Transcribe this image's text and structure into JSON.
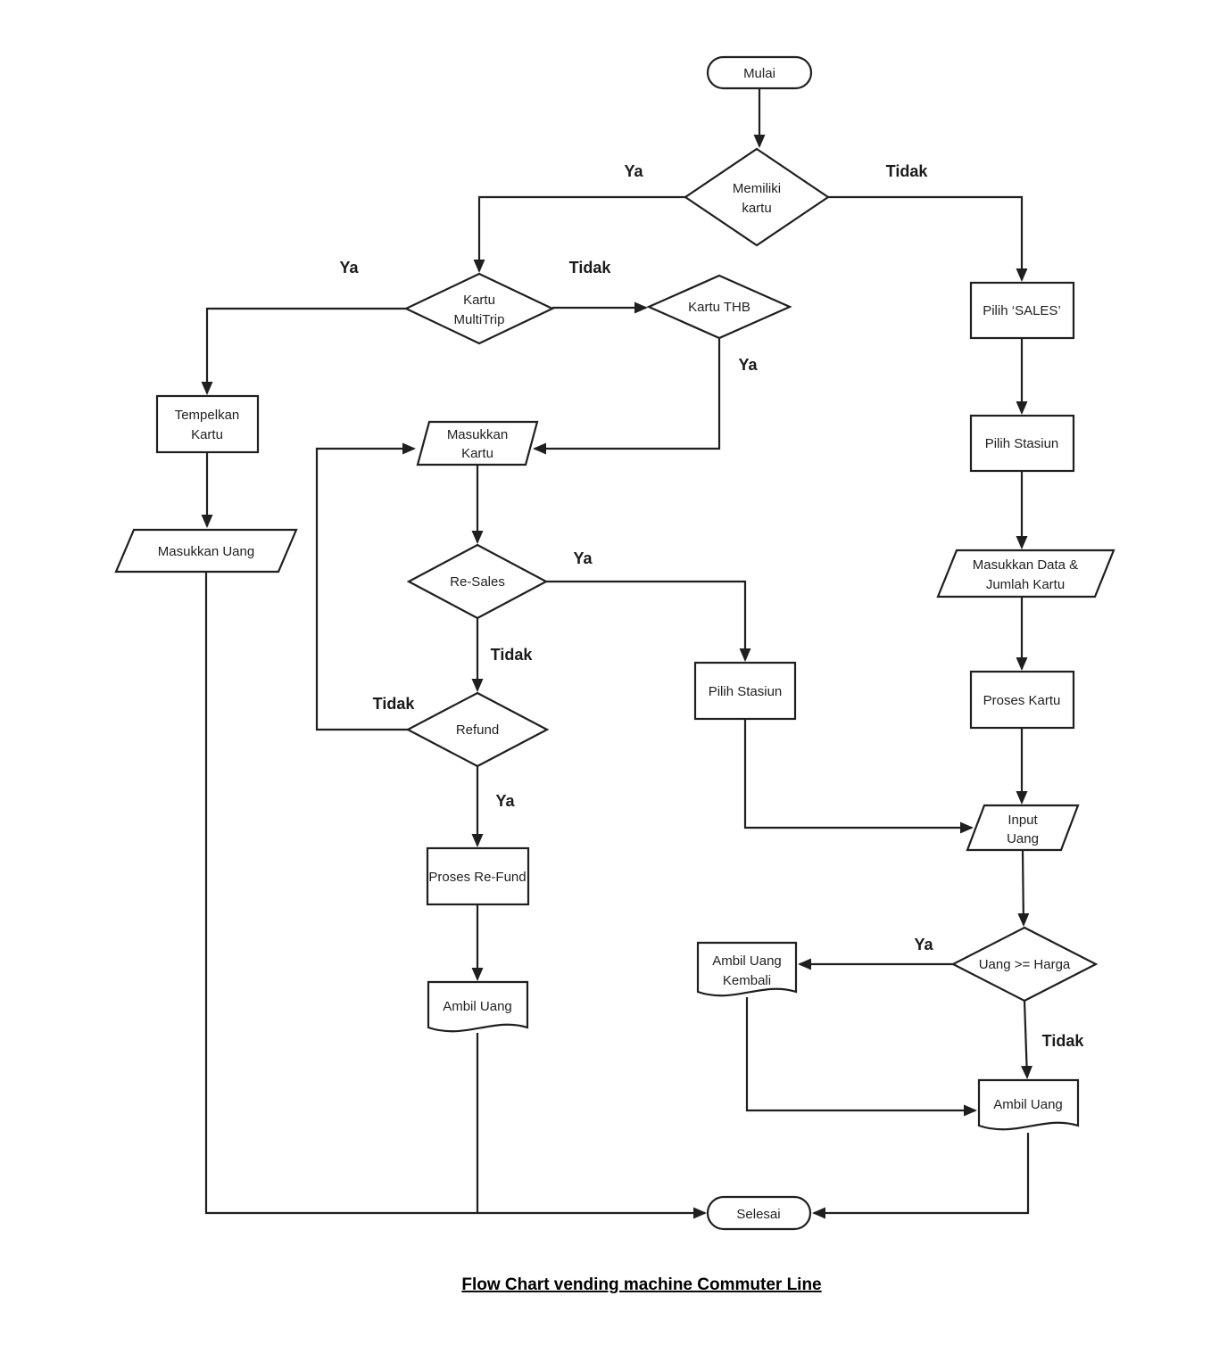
{
  "title": "Flow Chart vending machine Commuter Line",
  "nodes": {
    "mulai": {
      "type": "terminator",
      "lines": [
        "Mulai"
      ]
    },
    "memiliki_kartu": {
      "type": "decision",
      "lines": [
        "Memiliki",
        "kartu"
      ]
    },
    "kartu_multitrip": {
      "type": "decision",
      "lines": [
        "Kartu",
        "MultiTrip"
      ]
    },
    "kartu_thb": {
      "type": "decision",
      "lines": [
        "Kartu THB"
      ]
    },
    "pilih_sales": {
      "type": "process",
      "lines": [
        "Pilih ‘SALES’"
      ]
    },
    "tempelkan_kartu": {
      "type": "process",
      "lines": [
        "Tempelkan",
        "Kartu"
      ]
    },
    "masukkan_uang": {
      "type": "input",
      "lines": [
        "Masukkan Uang"
      ]
    },
    "masukkan_kartu": {
      "type": "input",
      "lines": [
        "Masukkan",
        "Kartu"
      ]
    },
    "re_sales": {
      "type": "decision",
      "lines": [
        "Re-Sales"
      ]
    },
    "refund": {
      "type": "decision",
      "lines": [
        "Refund"
      ]
    },
    "proses_re_fund": {
      "type": "process",
      "lines": [
        "Proses Re-Fund"
      ]
    },
    "ambil_uang_kiri": {
      "type": "document",
      "lines": [
        "Ambil Uang"
      ]
    },
    "pilih_stasiun_tengah": {
      "type": "process",
      "lines": [
        "Pilih Stasiun"
      ]
    },
    "pilih_stasiun_kanan": {
      "type": "process",
      "lines": [
        "Pilih Stasiun"
      ]
    },
    "masukkan_data": {
      "type": "input",
      "lines": [
        "Masukkan Data &",
        "Jumlah Kartu"
      ]
    },
    "proses_kartu": {
      "type": "process",
      "lines": [
        "Proses Kartu"
      ]
    },
    "input_uang": {
      "type": "input",
      "lines": [
        "Input",
        "Uang"
      ]
    },
    "uang_harga": {
      "type": "decision",
      "lines": [
        "Uang >= Harga"
      ]
    },
    "ambil_uang_kembali": {
      "type": "document",
      "lines": [
        "Ambil Uang",
        "Kembali"
      ]
    },
    "ambil_uang_kanan": {
      "type": "document",
      "lines": [
        "Ambil Uang"
      ]
    },
    "selesai": {
      "type": "terminator",
      "lines": [
        "Selesai"
      ]
    }
  },
  "edge_labels": {
    "memiliki_kartu_ya": "Ya",
    "memiliki_kartu_tidak": "Tidak",
    "kartu_multitrip_ya": "Ya",
    "kartu_multitrip_tidak": "Tidak",
    "kartu_thb_ya": "Ya",
    "re_sales_ya": "Ya",
    "re_sales_tidak": "Tidak",
    "refund_tidak": "Tidak",
    "refund_ya": "Ya",
    "uang_harga_ya": "Ya",
    "uang_harga_tidak": "Tidak"
  },
  "colors": {
    "stroke": "#1f1f1f",
    "background": "#ffffff"
  }
}
